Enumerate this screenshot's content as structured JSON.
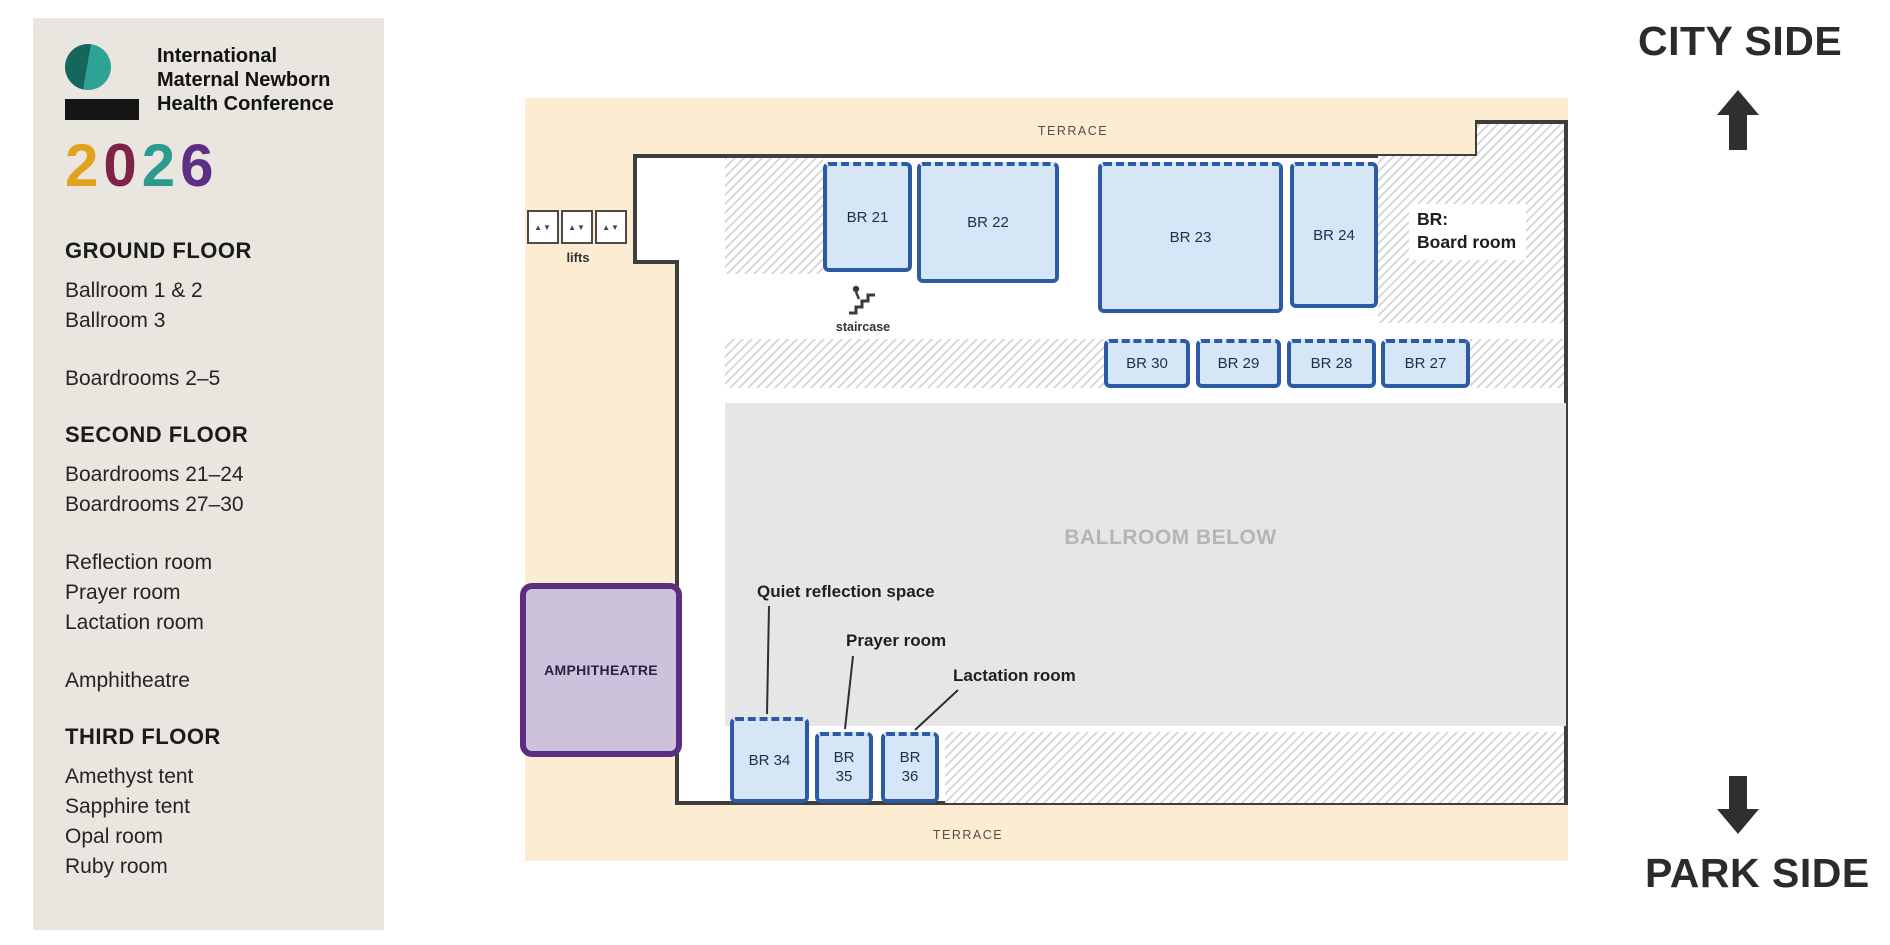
{
  "page": {
    "city_side": "CITY SIDE",
    "park_side": "PARK SIDE"
  },
  "sidebar": {
    "logo": {
      "name_line1": "International",
      "name_line2": "Maternal Newborn",
      "name_line3": "Health Conference",
      "year": {
        "d1": "2",
        "d2": "0",
        "d3": "2",
        "d4": "6"
      }
    },
    "groups": [
      {
        "title": "GROUND FLOOR",
        "clusters": [
          {
            "items": [
              "Ballroom 1 & 2",
              "Ballroom 3"
            ]
          },
          {
            "items": [
              "Boardrooms 2–5"
            ]
          }
        ]
      },
      {
        "title": "SECOND FLOOR",
        "clusters": [
          {
            "items": [
              "Boardrooms 21–24",
              "Boardrooms 27–30"
            ]
          },
          {
            "items": [
              "Reflection room",
              "Prayer room",
              "Lactation room"
            ]
          },
          {
            "items": [
              "Amphitheatre"
            ]
          }
        ]
      },
      {
        "title": "THIRD FLOOR",
        "clusters": [
          {
            "items": [
              "Amethyst tent",
              "Sapphire tent",
              "Opal room",
              "Ruby room"
            ]
          }
        ]
      }
    ]
  },
  "plan": {
    "terrace_top": "TERRACE",
    "terrace_bottom": "TERRACE",
    "lifts_label": "lifts",
    "staircase_label": "staircase",
    "legend_line1": "BR:",
    "legend_line2": "Board room",
    "ballroom_below": "BALLROOM BELOW",
    "amphitheatre": "AMPHITHEATRE",
    "rooms_top": [
      {
        "label": "BR 21"
      },
      {
        "label": "BR 22"
      },
      {
        "label": "BR 23"
      },
      {
        "label": "BR 24"
      }
    ],
    "rooms_mid": [
      {
        "label": "BR 30"
      },
      {
        "label": "BR 29"
      },
      {
        "label": "BR 28"
      },
      {
        "label": "BR 27"
      }
    ],
    "rooms_bottom": [
      {
        "label": "BR 34"
      },
      {
        "label": "BR 35"
      },
      {
        "label": "BR 36"
      }
    ],
    "callouts": [
      {
        "label": "Quiet reflection space"
      },
      {
        "label": "Prayer room"
      },
      {
        "label": "Lactation room"
      }
    ],
    "lift_arrows": "▲▼"
  },
  "colors": {
    "room_fill": "#d7e6f6",
    "room_border": "#2c5ba6",
    "terrace": "#fbecd2",
    "amphitheatre_fill": "#ccc2dc",
    "amphitheatre_border": "#5c2e80",
    "ballroom_below_fill": "#e6e6e6",
    "wall": "#3e3e3e",
    "sidebar_bg": "#e9e6e0",
    "year_colors": [
      "#e3a21e",
      "#7e2248",
      "#2d9a8f",
      "#5d2e84"
    ]
  }
}
